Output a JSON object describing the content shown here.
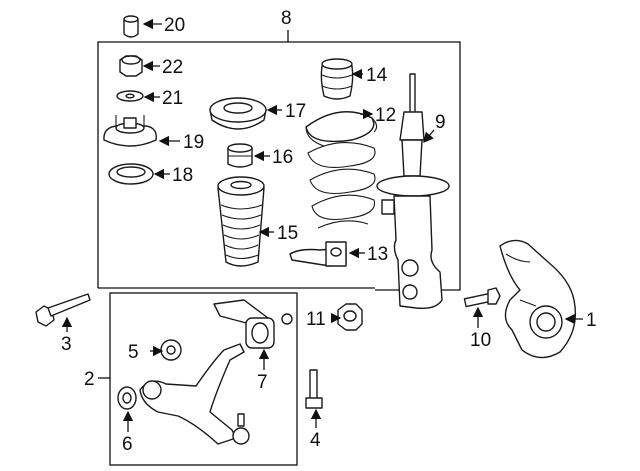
{
  "callouts": {
    "c1": "1",
    "c2": "2",
    "c3": "3",
    "c4": "4",
    "c5": "5",
    "c6": "6",
    "c7": "7",
    "c8": "8",
    "c9": "9",
    "c10": "10",
    "c11": "11",
    "c12": "12",
    "c13": "13",
    "c14": "14",
    "c15": "15",
    "c16": "16",
    "c17": "17",
    "c18": "18",
    "c19": "19",
    "c20": "20",
    "c21": "21",
    "c22": "22"
  }
}
